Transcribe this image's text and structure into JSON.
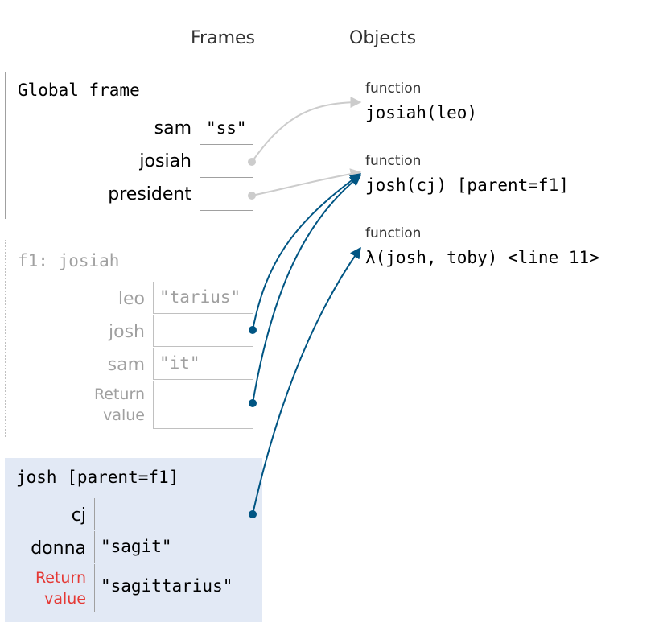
{
  "headers": {
    "frames": "Frames",
    "objects": "Objects"
  },
  "global_frame": {
    "title": "Global frame",
    "vars": [
      {
        "name": "sam",
        "value": "\"ss\""
      },
      {
        "name": "josiah",
        "value": ""
      },
      {
        "name": "president",
        "value": ""
      }
    ]
  },
  "f1_frame": {
    "title": "f1: josiah",
    "vars": [
      {
        "name": "leo",
        "value": "\"tarius\""
      },
      {
        "name": "josh",
        "value": ""
      },
      {
        "name": "sam",
        "value": "\"it\""
      },
      {
        "name_line1": "Return",
        "name_line2": "value",
        "value": ""
      }
    ]
  },
  "josh_frame": {
    "title": "josh [parent=f1]",
    "vars": [
      {
        "name": "cj",
        "value": ""
      },
      {
        "name": "donna",
        "value": "\"sagit\""
      },
      {
        "name_line1": "Return",
        "name_line2": "value",
        "value": "\"sagittarius\""
      }
    ]
  },
  "objects": [
    {
      "label": "function",
      "text": "josiah(leo)"
    },
    {
      "label": "function",
      "text": "josh(cj) [parent=f1]"
    },
    {
      "label": "function",
      "text": "λ(josh, toby) <line 11>"
    }
  ],
  "colors": {
    "gray_pointer": "#cccccc",
    "blue_pointer": "#005583",
    "active_frame_bg": "#e2e9f5",
    "return_red": "#e53935",
    "inactive_text": "#a0a0a0"
  }
}
